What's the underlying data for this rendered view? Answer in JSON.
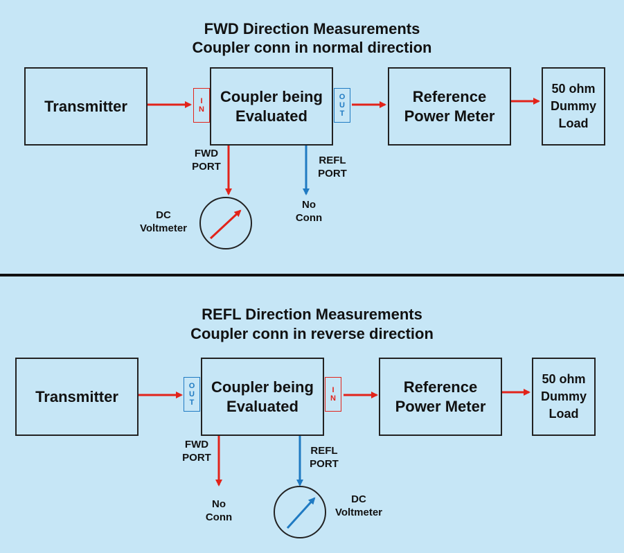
{
  "top": {
    "title_line1": "FWD Direction Measurements",
    "title_line2": "Coupler conn in normal direction",
    "transmitter": "Transmitter",
    "coupler": "Coupler being\nEvaluated",
    "in_port": [
      "I",
      "N"
    ],
    "out_port": [
      "O",
      "U",
      "T"
    ],
    "reference": "Reference\nPower Meter",
    "load": "50 ohm\nDummy\nLoad",
    "fwd_port": "FWD\nPORT",
    "refl_port": "REFL\nPORT",
    "voltmeter": "DC\nVoltmeter",
    "no_conn": "No\nConn"
  },
  "bottom": {
    "title_line1": "REFL Direction Measurements",
    "title_line2": "Coupler conn in reverse direction",
    "transmitter": "Transmitter",
    "coupler": "Coupler being\nEvaluated",
    "out_port": [
      "O",
      "U",
      "T"
    ],
    "in_port": [
      "I",
      "N"
    ],
    "reference": "Reference\nPower Meter",
    "load": "50 ohm\nDummy\nLoad",
    "fwd_port": "FWD\nPORT",
    "refl_port": "REFL\nPORT",
    "no_conn": "No\nConn",
    "voltmeter": "DC\nVoltmeter"
  },
  "colors": {
    "background": "#c6e6f6",
    "forward_arrow": "#e2231a",
    "reflected_arrow": "#1f7ac2",
    "box_border": "#222222",
    "divider": "#111111"
  }
}
